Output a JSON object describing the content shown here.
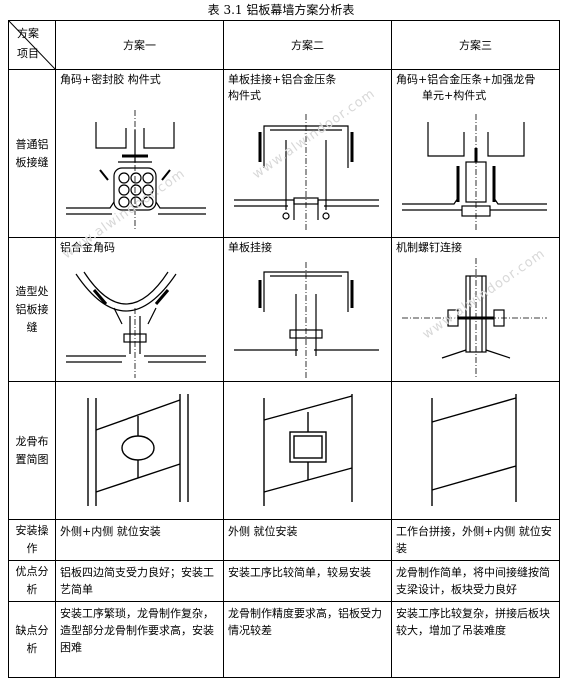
{
  "title": "表  3.1  铝板幕墙方案分析表",
  "header": {
    "corner_top": "方案",
    "corner_bottom": "项目",
    "plans": [
      "方案一",
      "方案二",
      "方案三"
    ]
  },
  "rows": {
    "joint": {
      "label_lines": [
        "普通铝",
        "板接缝"
      ],
      "captions": [
        [
          "角码+密封胶   构件式"
        ],
        [
          "单板挂接+铝合金压条",
          "构件式"
        ],
        [
          "角码+铝合金压条+加强龙骨",
          "单元+构件式"
        ]
      ]
    },
    "shaped": {
      "label_lines": [
        "造型处",
        "铝板接",
        "缝"
      ],
      "captions": [
        [
          "铝合金角码"
        ],
        [
          "单板挂接"
        ],
        [
          "机制螺钉连接"
        ]
      ]
    },
    "frame": {
      "label_lines": [
        "龙骨布",
        "置简图"
      ]
    },
    "install": {
      "label_lines": [
        "安装操",
        "作"
      ],
      "texts": [
        "外侧+内侧  就位安装",
        "外侧  就位安装",
        "工作台拼接，外侧+内侧  就位安装"
      ]
    },
    "pros": {
      "label_lines": [
        "优点分",
        "析"
      ],
      "texts": [
        "铝板四边简支受力良好；安装工艺简单",
        "安装工序比较简单，较易安装",
        "龙骨制作简单，将中间接缝按简支梁设计，板块受力良好"
      ]
    },
    "cons": {
      "label_lines": [
        "缺点分",
        "析"
      ],
      "texts": [
        "安装工序繁琐，龙骨制作复杂，造型部分龙骨制作要求高，安装困难",
        "龙骨制作精度要求高，铝板受力情况较差",
        "安装工序比较复杂，拼接后板块较大，增加了吊装难度"
      ]
    }
  },
  "watermark": "www.alwindoor.com"
}
